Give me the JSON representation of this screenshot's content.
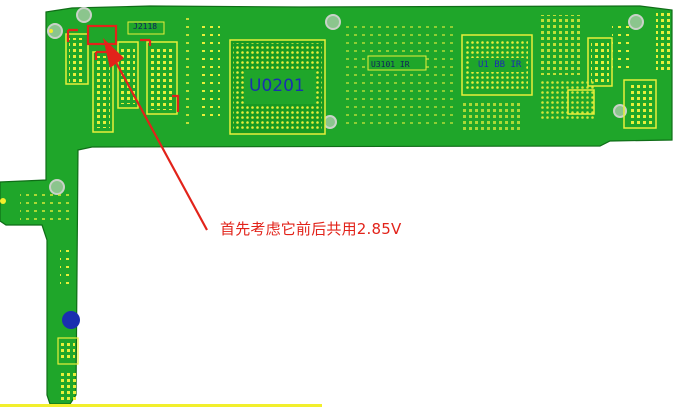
{
  "board": {
    "chip_label": "U0201",
    "u3101_label": "U3101 IR",
    "u1_label": "U1 BB IR",
    "top_small_label": "J2118",
    "annotation_text": "首先考虑它前后共用2.85V",
    "colors": {
      "board": "#1fa62a",
      "board_dark": "#178a20",
      "silk": "#e8ef3a",
      "trace_blue": "#1a2fb0",
      "highlight_red": "#e2231a"
    }
  }
}
